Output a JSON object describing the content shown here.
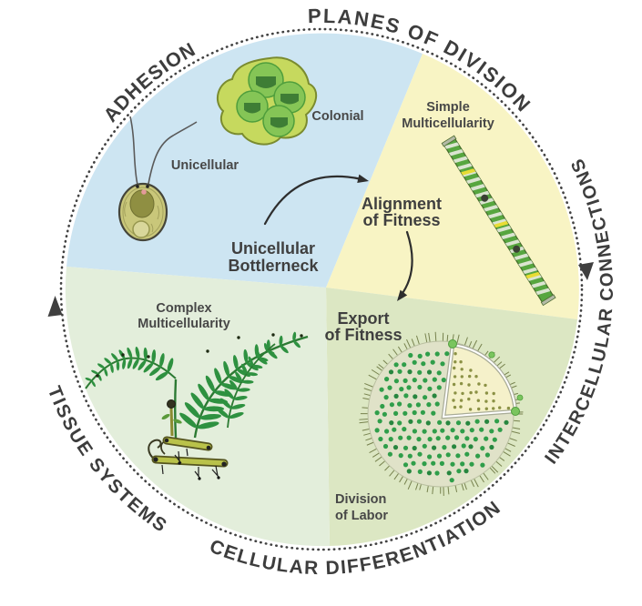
{
  "diagram": {
    "outer_ring": {
      "adhesion": "ADHESION",
      "planes_of_division": "PLANES OF DIVISION",
      "intercellular_connections": "INTERCELLULAR CONNECTIONS",
      "cellular_differentiation": "CELLULAR DIFFERENTIATION",
      "tissue_systems": "TISSUE SYSTEMS"
    },
    "stages": {
      "unicellular": "Unicellular",
      "colonial": "Colonial",
      "simple": {
        "line1": "Simple",
        "line2": "Multicellularity"
      },
      "complex": {
        "line1": "Complex",
        "line2": "Multicellularity"
      },
      "division_of_labor": {
        "line1": "Division",
        "line2": "of Labor"
      }
    },
    "transitions": {
      "bottleneck": {
        "line1": "Unicellular",
        "line2": "Bottlerneck"
      },
      "alignment": {
        "line1": "Alignment",
        "line2": "of Fitness"
      },
      "export": {
        "line1": "Export",
        "line2": "of Fitness"
      }
    },
    "colors": {
      "quadrant_blue": "#cde5f2",
      "quadrant_yellow": "#f8f4c4",
      "quadrant_green_left": "#e3eedb",
      "quadrant_green_right": "#dce7c3",
      "ring_white": "#ffffff",
      "ring_text": "#3d3d3d",
      "dotted_ring": "#424242",
      "arrow_dark": "#2e2e2e",
      "organism_green": "#2e9140",
      "volvox_dot_green": "#2f9e4a"
    }
  }
}
